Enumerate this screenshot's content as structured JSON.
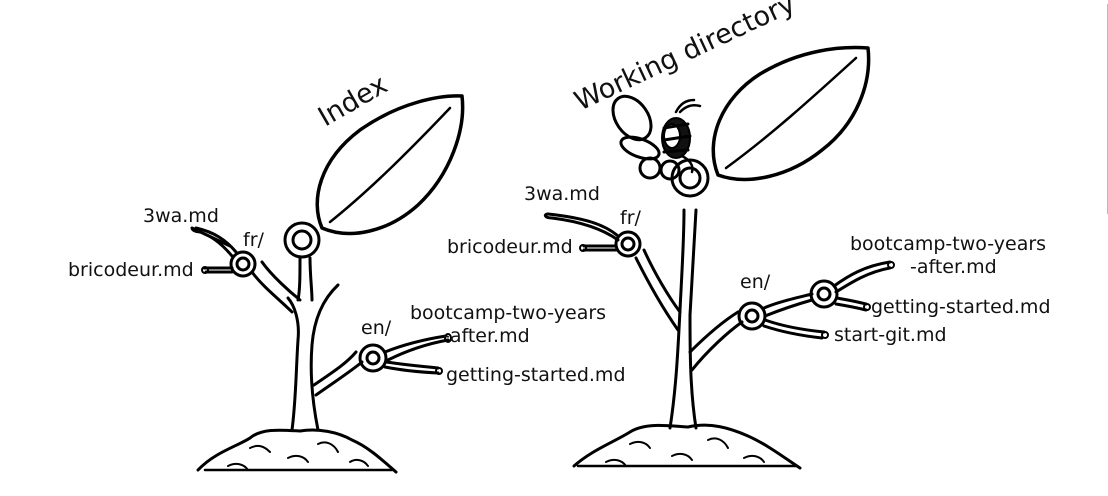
{
  "index_plant": {
    "title": "Index",
    "labels": {
      "file_3wa": "3wa.md",
      "folder_fr": "fr/",
      "file_bricodeur": "bricodeur.md",
      "folder_en": "en/",
      "file_bootcamp_line1": "bootcamp-two-years",
      "file_bootcamp_line2": "-after.md",
      "file_getting_started": "getting-started.md"
    }
  },
  "working_plant": {
    "title": "Working directory",
    "labels": {
      "file_3wa": "3wa.md",
      "folder_fr": "fr/",
      "file_bricodeur": "bricodeur.md",
      "folder_en": "en/",
      "file_bootcamp_line1": "bootcamp-two-years",
      "file_bootcamp_line2": "-after.md",
      "file_getting_started": "getting-started.md",
      "file_start_git": "start-git.md"
    }
  },
  "icons": [
    "leaf-icon",
    "bee-icon",
    "soil-mound-icon"
  ]
}
